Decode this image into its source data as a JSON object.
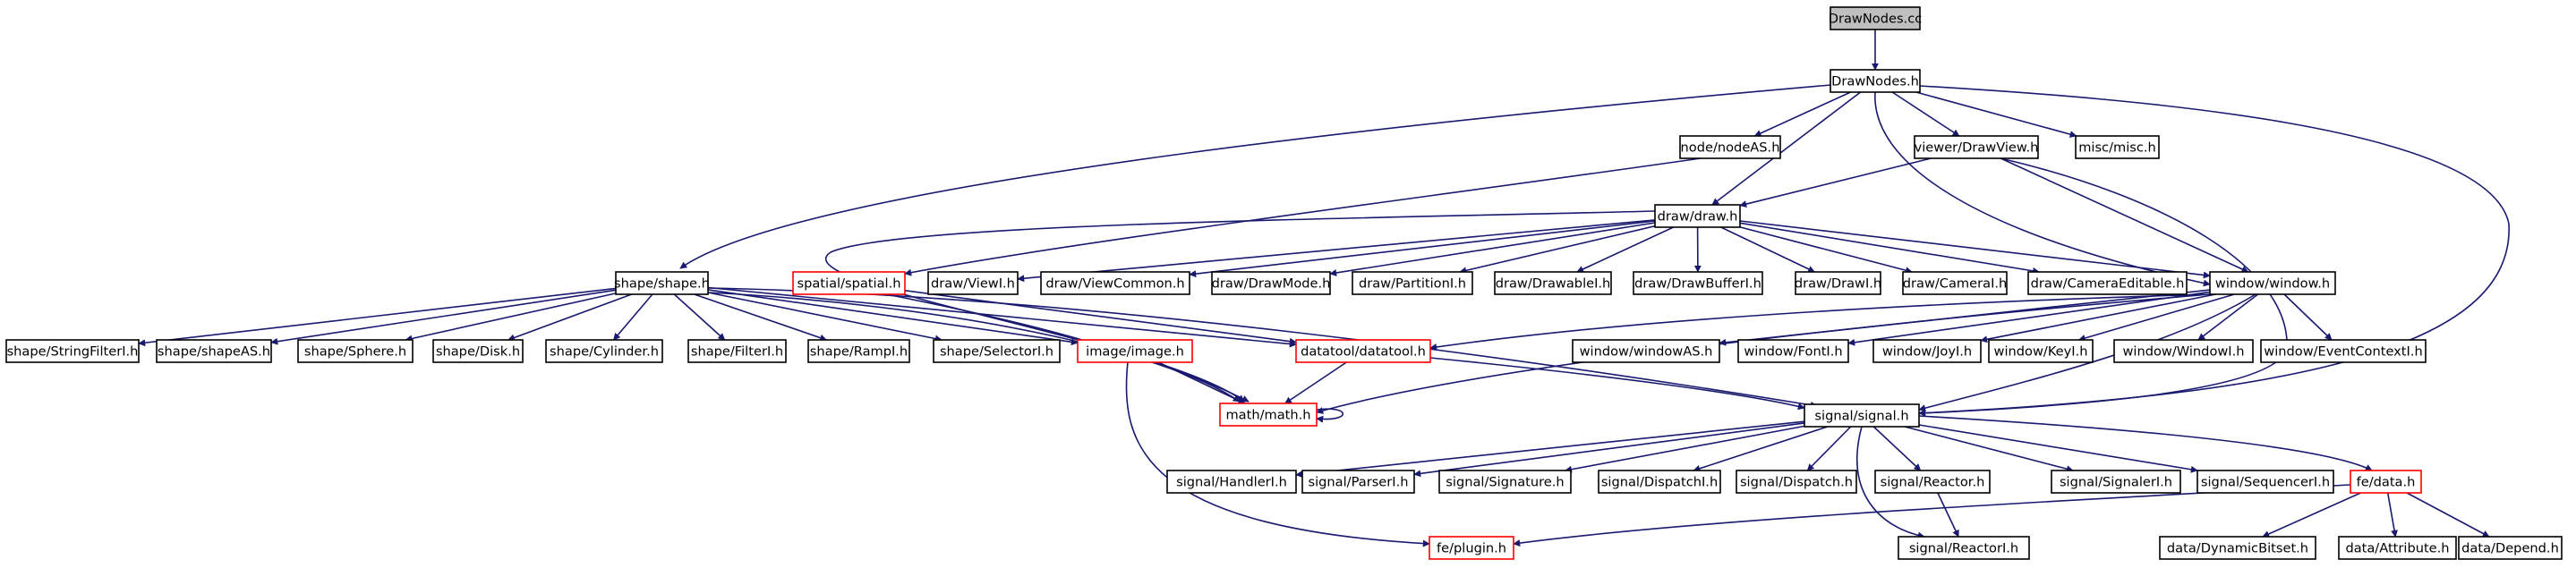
{
  "colors": {
    "edge": "#191970",
    "node_border": "#000000",
    "node_missing_border": "#ff0000",
    "root_fill": "#bfbfbf",
    "node_fill": "#ffffff"
  },
  "nodes": [
    {
      "id": "drawnodes_cc",
      "label": "DrawNodes.cc",
      "style": "root"
    },
    {
      "id": "drawnodes_h",
      "label": "DrawNodes.h",
      "style": "normal"
    },
    {
      "id": "node_nodeas",
      "label": "node/nodeAS.h",
      "style": "normal"
    },
    {
      "id": "viewer_drawview",
      "label": "viewer/DrawView.h",
      "style": "normal"
    },
    {
      "id": "misc_misc",
      "label": "misc/misc.h",
      "style": "normal"
    },
    {
      "id": "draw_draw",
      "label": "draw/draw.h",
      "style": "normal"
    },
    {
      "id": "shape_shape",
      "label": "shape/shape.h",
      "style": "normal"
    },
    {
      "id": "spatial_spatial",
      "label": "spatial/spatial.h",
      "style": "missing"
    },
    {
      "id": "draw_viewi",
      "label": "draw/ViewI.h",
      "style": "normal"
    },
    {
      "id": "draw_viewcommon",
      "label": "draw/ViewCommon.h",
      "style": "normal"
    },
    {
      "id": "draw_drawmode",
      "label": "draw/DrawMode.h",
      "style": "normal"
    },
    {
      "id": "draw_partitioni",
      "label": "draw/PartitionI.h",
      "style": "normal"
    },
    {
      "id": "draw_drawablei",
      "label": "draw/DrawableI.h",
      "style": "normal"
    },
    {
      "id": "draw_drawbufferi",
      "label": "draw/DrawBufferI.h",
      "style": "normal"
    },
    {
      "id": "draw_drawi",
      "label": "draw/DrawI.h",
      "style": "normal"
    },
    {
      "id": "draw_camerai",
      "label": "draw/CameraI.h",
      "style": "normal"
    },
    {
      "id": "draw_cameraeditable",
      "label": "draw/CameraEditable.h",
      "style": "normal"
    },
    {
      "id": "window_window",
      "label": "window/window.h",
      "style": "normal"
    },
    {
      "id": "shape_stringfilteri",
      "label": "shape/StringFilterI.h",
      "style": "normal"
    },
    {
      "id": "shape_shapeas",
      "label": "shape/shapeAS.h",
      "style": "normal"
    },
    {
      "id": "shape_sphere",
      "label": "shape/Sphere.h",
      "style": "normal"
    },
    {
      "id": "shape_disk",
      "label": "shape/Disk.h",
      "style": "normal"
    },
    {
      "id": "shape_cylinder",
      "label": "shape/Cylinder.h",
      "style": "normal"
    },
    {
      "id": "shape_filteri",
      "label": "shape/FilterI.h",
      "style": "normal"
    },
    {
      "id": "shape_rampi",
      "label": "shape/RampI.h",
      "style": "normal"
    },
    {
      "id": "shape_selectori",
      "label": "shape/SelectorI.h",
      "style": "normal"
    },
    {
      "id": "image_image",
      "label": "image/image.h",
      "style": "missing"
    },
    {
      "id": "datatool_datatool",
      "label": "datatool/datatool.h",
      "style": "missing"
    },
    {
      "id": "window_windowas",
      "label": "window/windowAS.h",
      "style": "normal"
    },
    {
      "id": "window_fonti",
      "label": "window/FontI.h",
      "style": "normal"
    },
    {
      "id": "window_joyi",
      "label": "window/JoyI.h",
      "style": "normal"
    },
    {
      "id": "window_keyi",
      "label": "window/KeyI.h",
      "style": "normal"
    },
    {
      "id": "window_windowi",
      "label": "window/WindowI.h",
      "style": "normal"
    },
    {
      "id": "window_eventcontexti",
      "label": "window/EventContextI.h",
      "style": "normal"
    },
    {
      "id": "math_math",
      "label": "math/math.h",
      "style": "missing"
    },
    {
      "id": "signal_signal",
      "label": "signal/signal.h",
      "style": "normal"
    },
    {
      "id": "signal_handleri",
      "label": "signal/HandlerI.h",
      "style": "normal"
    },
    {
      "id": "signal_parseri",
      "label": "signal/ParserI.h",
      "style": "normal"
    },
    {
      "id": "signal_signature",
      "label": "signal/Signature.h",
      "style": "normal"
    },
    {
      "id": "signal_dispatchi",
      "label": "signal/DispatchI.h",
      "style": "normal"
    },
    {
      "id": "signal_dispatch",
      "label": "signal/Dispatch.h",
      "style": "normal"
    },
    {
      "id": "signal_reactor",
      "label": "signal/Reactor.h",
      "style": "normal"
    },
    {
      "id": "signal_signaleri",
      "label": "signal/SignalerI.h",
      "style": "normal"
    },
    {
      "id": "signal_sequenceri",
      "label": "signal/SequencerI.h",
      "style": "normal"
    },
    {
      "id": "fe_data",
      "label": "fe/data.h",
      "style": "missing"
    },
    {
      "id": "fe_plugin",
      "label": "fe/plugin.h",
      "style": "missing"
    },
    {
      "id": "signal_reactori",
      "label": "signal/ReactorI.h",
      "style": "normal"
    },
    {
      "id": "data_dynamicbitset",
      "label": "data/DynamicBitset.h",
      "style": "normal"
    },
    {
      "id": "data_attribute",
      "label": "data/Attribute.h",
      "style": "normal"
    },
    {
      "id": "data_depend",
      "label": "data/Depend.h",
      "style": "normal"
    }
  ],
  "edges": [
    {
      "from": "drawnodes_cc",
      "to": "drawnodes_h"
    },
    {
      "from": "drawnodes_h",
      "to": "node_nodeas"
    },
    {
      "from": "drawnodes_h",
      "to": "viewer_drawview"
    },
    {
      "from": "drawnodes_h",
      "to": "misc_misc"
    },
    {
      "from": "drawnodes_h",
      "to": "draw_draw"
    },
    {
      "from": "drawnodes_h",
      "to": "shape_shape"
    },
    {
      "from": "drawnodes_h",
      "to": "window_window"
    },
    {
      "from": "drawnodes_h",
      "to": "signal_signal"
    },
    {
      "from": "node_nodeas",
      "to": "spatial_spatial"
    },
    {
      "from": "viewer_drawview",
      "to": "draw_draw"
    },
    {
      "from": "viewer_drawview",
      "to": "window_window"
    },
    {
      "from": "viewer_drawview",
      "to": "signal_signal"
    },
    {
      "from": "draw_draw",
      "to": "draw_viewi"
    },
    {
      "from": "draw_draw",
      "to": "draw_viewcommon"
    },
    {
      "from": "draw_draw",
      "to": "draw_drawmode"
    },
    {
      "from": "draw_draw",
      "to": "draw_partitioni"
    },
    {
      "from": "draw_draw",
      "to": "draw_drawablei"
    },
    {
      "from": "draw_draw",
      "to": "draw_drawbufferi"
    },
    {
      "from": "draw_draw",
      "to": "draw_drawi"
    },
    {
      "from": "draw_draw",
      "to": "draw_camerai"
    },
    {
      "from": "draw_draw",
      "to": "draw_cameraeditable"
    },
    {
      "from": "draw_draw",
      "to": "window_window"
    },
    {
      "from": "draw_draw",
      "to": "math_math"
    },
    {
      "from": "shape_shape",
      "to": "shape_stringfilteri"
    },
    {
      "from": "shape_shape",
      "to": "shape_shapeas"
    },
    {
      "from": "shape_shape",
      "to": "shape_sphere"
    },
    {
      "from": "shape_shape",
      "to": "shape_disk"
    },
    {
      "from": "shape_shape",
      "to": "shape_cylinder"
    },
    {
      "from": "shape_shape",
      "to": "shape_filteri"
    },
    {
      "from": "shape_shape",
      "to": "shape_rampi"
    },
    {
      "from": "shape_shape",
      "to": "shape_selectori"
    },
    {
      "from": "shape_shape",
      "to": "image_image"
    },
    {
      "from": "shape_shape",
      "to": "datatool_datatool"
    },
    {
      "from": "shape_shape",
      "to": "math_math"
    },
    {
      "from": "shape_shape",
      "to": "signal_signal"
    },
    {
      "from": "spatial_spatial",
      "to": "datatool_datatool"
    },
    {
      "from": "spatial_spatial",
      "to": "math_math"
    },
    {
      "from": "window_window",
      "to": "window_windowas"
    },
    {
      "from": "window_window",
      "to": "window_fonti"
    },
    {
      "from": "window_window",
      "to": "window_joyi"
    },
    {
      "from": "window_window",
      "to": "window_keyi"
    },
    {
      "from": "window_window",
      "to": "window_windowi"
    },
    {
      "from": "window_window",
      "to": "window_eventcontexti"
    },
    {
      "from": "window_window",
      "to": "datatool_datatool"
    },
    {
      "from": "window_window",
      "to": "math_math"
    },
    {
      "from": "window_window",
      "to": "signal_signal"
    },
    {
      "from": "image_image",
      "to": "math_math"
    },
    {
      "from": "image_image",
      "to": "fe_plugin"
    },
    {
      "from": "datatool_datatool",
      "to": "math_math"
    },
    {
      "from": "datatool_datatool",
      "to": "signal_signal"
    },
    {
      "from": "math_math",
      "to": "math_math"
    },
    {
      "from": "signal_signal",
      "to": "signal_handleri"
    },
    {
      "from": "signal_signal",
      "to": "signal_parseri"
    },
    {
      "from": "signal_signal",
      "to": "signal_signature"
    },
    {
      "from": "signal_signal",
      "to": "signal_dispatchi"
    },
    {
      "from": "signal_signal",
      "to": "signal_dispatch"
    },
    {
      "from": "signal_signal",
      "to": "signal_reactor"
    },
    {
      "from": "signal_signal",
      "to": "signal_signaleri"
    },
    {
      "from": "signal_signal",
      "to": "signal_sequenceri"
    },
    {
      "from": "signal_signal",
      "to": "fe_data"
    },
    {
      "from": "signal_signal",
      "to": "signal_reactori"
    },
    {
      "from": "signal_reactor",
      "to": "signal_reactori"
    },
    {
      "from": "fe_data",
      "to": "fe_plugin"
    },
    {
      "from": "fe_data",
      "to": "data_dynamicbitset"
    },
    {
      "from": "fe_data",
      "to": "data_attribute"
    },
    {
      "from": "fe_data",
      "to": "data_depend"
    }
  ]
}
